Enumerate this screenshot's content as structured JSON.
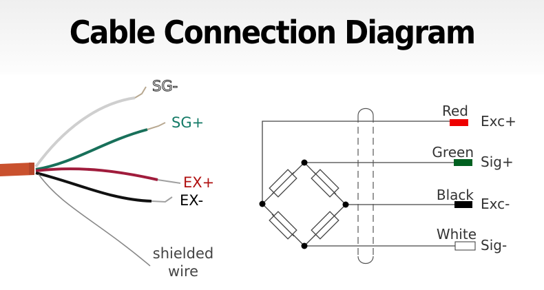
{
  "title": "Cable Connection Diagram",
  "cable_photo": {
    "jacket_color": "#c9512e",
    "wires": [
      {
        "label": "SG-",
        "wire_color": "#cfcfcf",
        "label_color": "#ffffff"
      },
      {
        "label": "SG+",
        "wire_color": "#18705a",
        "label_color": "#137a66"
      },
      {
        "label": "EX+",
        "wire_color": "#a01c3c",
        "label_color": "#b01010"
      },
      {
        "label": "EX-",
        "wire_color": "#111111",
        "label_color": "#000000"
      },
      {
        "label_line1": "shielded",
        "label_line2": "wire",
        "wire_color": "#888888",
        "label_color": "#444444"
      }
    ]
  },
  "schematic": {
    "terminals": [
      {
        "color_name": "Red",
        "signal": "Exc+",
        "swatch": "#ee0000"
      },
      {
        "color_name": "Green",
        "signal": "Sig+",
        "swatch": "#006020"
      },
      {
        "color_name": "Black",
        "signal": "Exc-",
        "swatch": "#000000"
      },
      {
        "color_name": "White",
        "signal": "Sig-",
        "swatch": "#ffffff"
      }
    ]
  }
}
